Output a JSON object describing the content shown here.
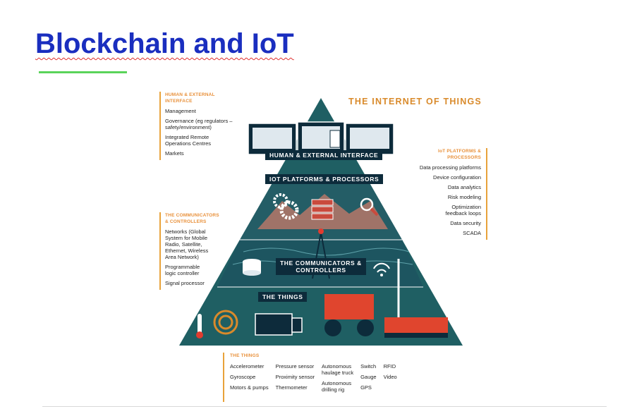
{
  "slide": {
    "title": "Blockchain and IoT"
  },
  "diagram": {
    "title": "THE INTERNET OF THINGS",
    "levels": {
      "human": "HUMAN & EXTERNAL INTERFACE",
      "platforms": "IOT PLATFORMS & PROCESSORS",
      "communicators": "THE COMMUNICATORS &\nCONTROLLERS",
      "things": "THE THINGS"
    },
    "human_interface": {
      "heading": "HUMAN & EXTERNAL INTERFACE",
      "items": [
        "Management",
        "Governance (eg regulators –\nsafety/environment)",
        "Integrated Remote\nOperations Centres",
        "Markets"
      ]
    },
    "communicators": {
      "heading": "THE COMMUNICATORS\n& CONTROLLERS",
      "items": [
        "Networks (Global\nSystem for Mobile\nRadio, Satellite,\nEthernet, Wireless\nArea Network)",
        "Programmable\nlogic controller",
        "Signal processor"
      ]
    },
    "platforms": {
      "heading": "IoT PLATFORMS & PROCESSORS",
      "items": [
        "Data processing platforms",
        "Device configuration",
        "Data analytics",
        "Risk modeling",
        "Optimization\nfeedback loops",
        "Data security",
        "SCADA"
      ]
    },
    "things": {
      "heading": "THE THINGS",
      "columns": [
        [
          "Accelerometer",
          "Gyroscope",
          "Motors & pumps"
        ],
        [
          "Pressure sensor",
          "Proximity sensor",
          "Thermometer"
        ],
        [
          "Autonomous\nhaulage truck",
          "Autonomous\ndrilling rig"
        ],
        [
          "Switch",
          "Gauge",
          "GPS"
        ],
        [
          "RFID",
          "Video"
        ]
      ]
    },
    "colors": {
      "pyramid": "#1f5f63",
      "label_bg": "#0d2b3b",
      "accent": "#e8903a",
      "title_blue": "#1a2ebf",
      "rule_green": "#5ad35a"
    }
  }
}
